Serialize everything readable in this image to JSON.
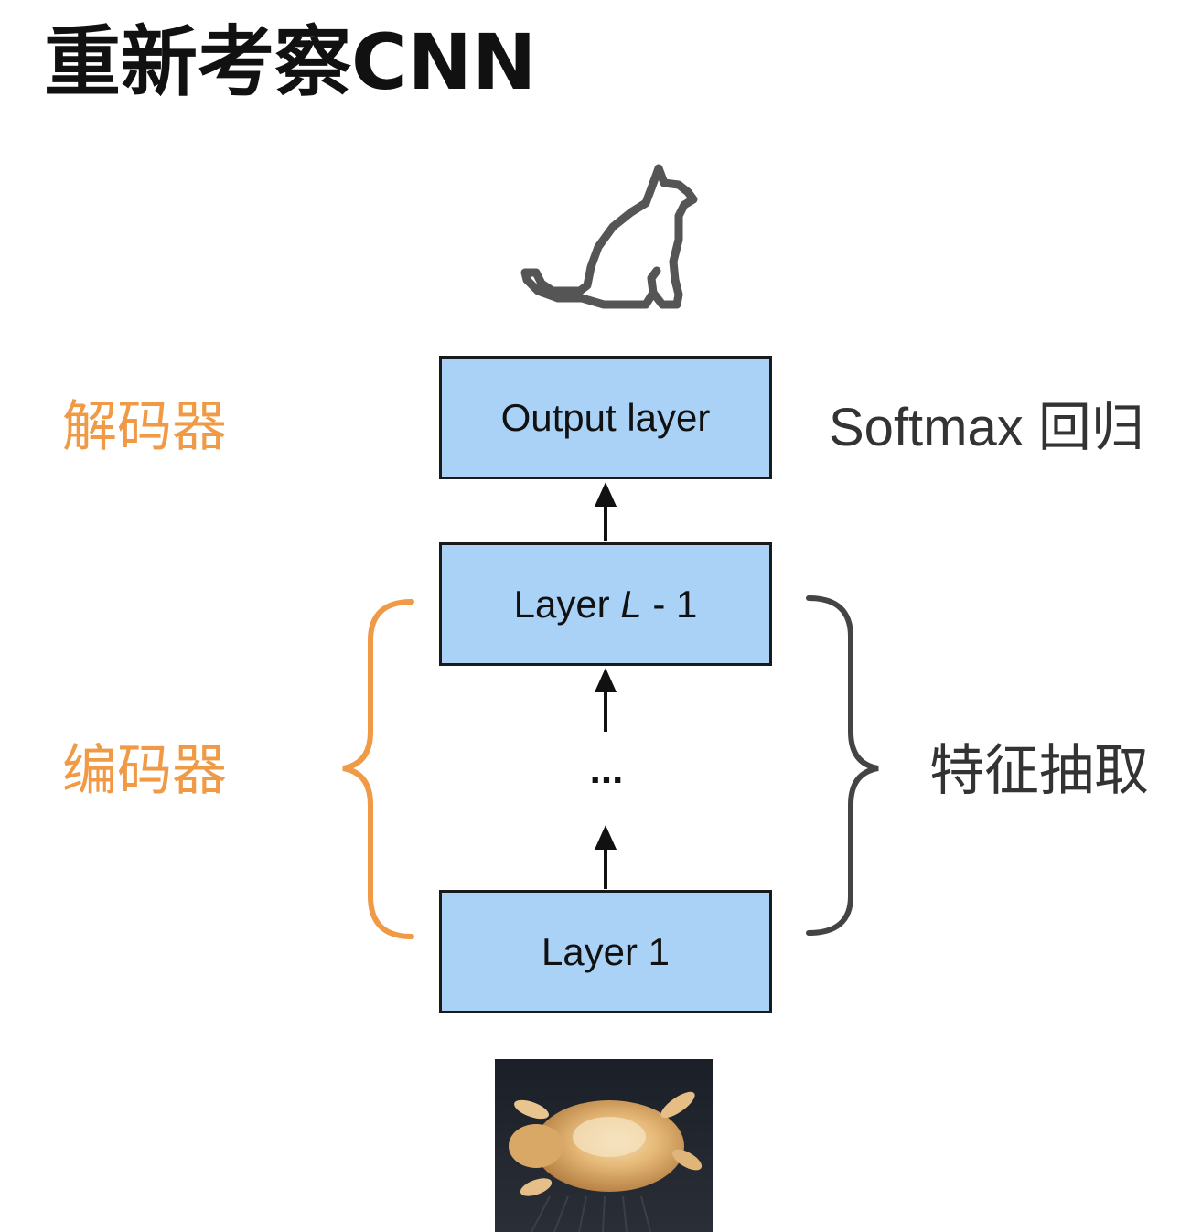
{
  "title": "重新考察CNN",
  "diagram": {
    "output_image_icon": "cat-silhouette-icon",
    "layers": [
      {
        "label": "Output layer"
      },
      {
        "label_prefix": "Layer ",
        "label_italic": "L",
        "label_suffix": " - 1"
      },
      {
        "label": "Layer 1"
      }
    ],
    "ellipsis": "...",
    "input_image_icon": "cat-photo"
  },
  "labels": {
    "decoder": "解码器",
    "encoder": "编码器",
    "softmax_prefix": "Softmax ",
    "softmax_zh": "回归",
    "feature_extraction": "特征抽取"
  },
  "colors": {
    "layer_fill": "#a9d2f6",
    "encoder_decoder_label": "#f09a45",
    "right_label": "#333333",
    "left_brace": "#f09a45",
    "right_brace": "#444444"
  }
}
